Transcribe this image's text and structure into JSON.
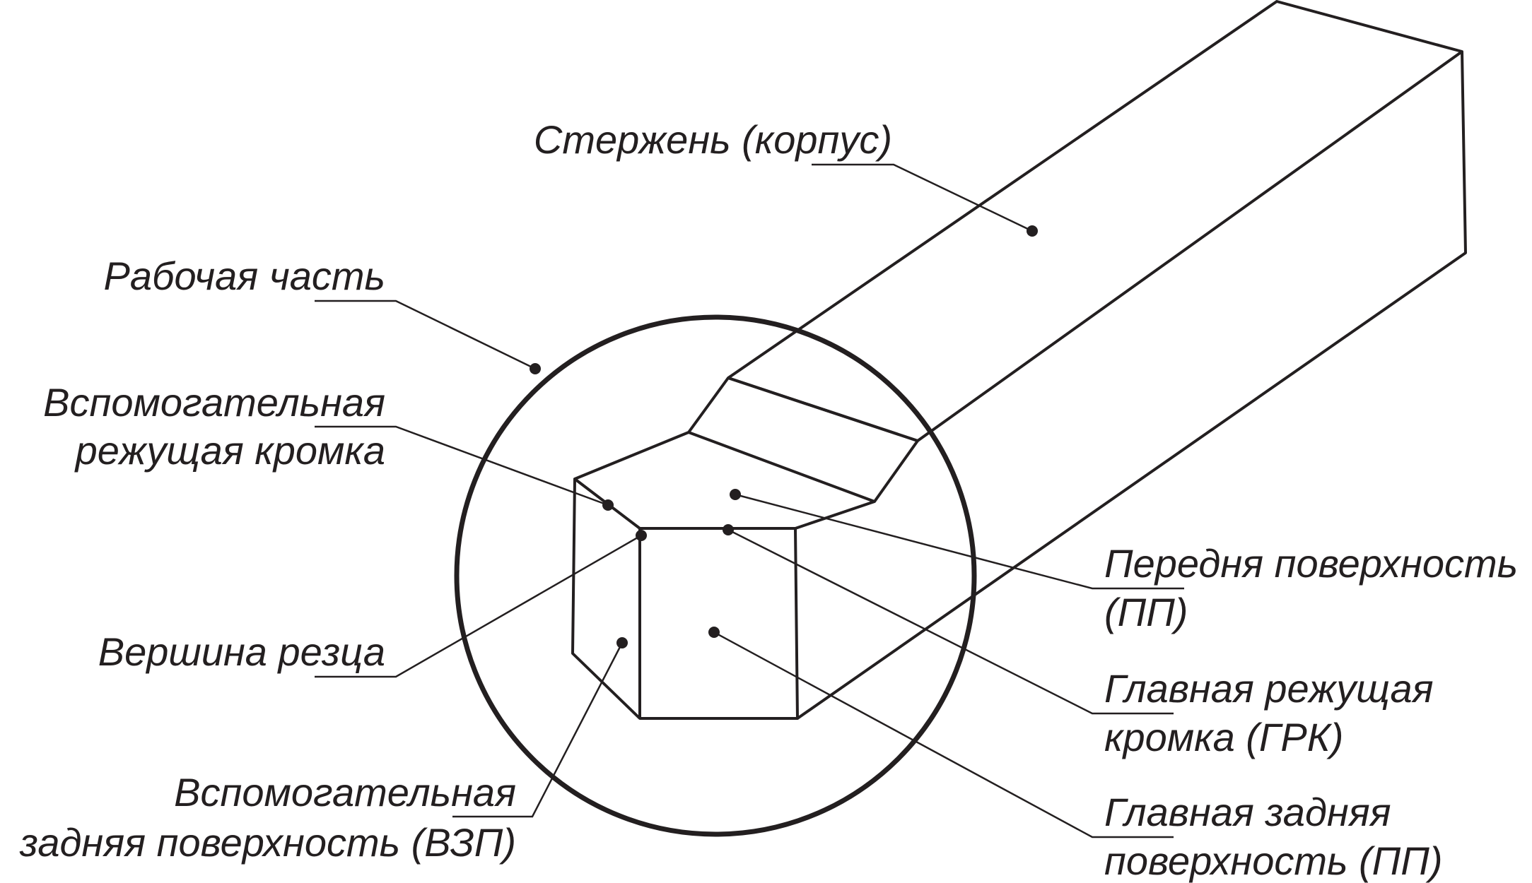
{
  "labels": {
    "shank": "Стержень (корпус)",
    "working_part": "Рабочая часть",
    "aux_edge_line1": "Вспомогательная",
    "aux_edge_line2": "режущая кромка",
    "tip": "Вершина резца",
    "aux_flank_line1": "Вспомогательная",
    "aux_flank_line2": "задняя поверхность (ВЗП)",
    "rake_line1": "Передня поверхность",
    "rake_line2": "(ПП)",
    "main_edge_line1": "Главная режущая",
    "main_edge_line2": "кромка (ГРК)",
    "main_flank_line1": "Главная задняя",
    "main_flank_line2": "поверхность (ПП)"
  },
  "colors": {
    "ink": "#231f20",
    "background": "#ffffff"
  }
}
